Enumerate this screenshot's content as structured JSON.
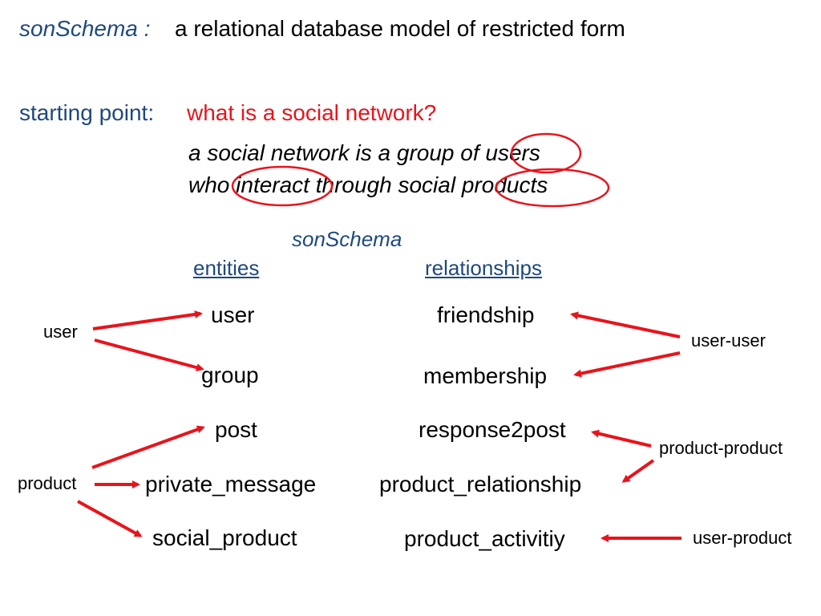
{
  "header": {
    "term": "sonSchema :",
    "definition": "a relational database model of restricted form"
  },
  "question": {
    "label": "starting point:",
    "text": "what is a social network?"
  },
  "answer": {
    "line1": "a social network is a group of users",
    "line2": "who interact through social products"
  },
  "schema": {
    "title": "sonSchema",
    "entities_heading": "entities",
    "relationships_heading": "relationships",
    "entities": [
      "user",
      "group",
      "post",
      "private_message",
      "social_product"
    ],
    "relationships": [
      "friendship",
      "membership",
      "response2post",
      "product_relationship",
      "product_activitiy"
    ],
    "source_labels": {
      "user": "user",
      "product": "product",
      "user_user": "user-user",
      "product_product": "product-product",
      "user_product": "user-product"
    }
  },
  "colors": {
    "heading_blue": "#1f497d",
    "accent_red": "#e8141c",
    "text": "#000000"
  }
}
